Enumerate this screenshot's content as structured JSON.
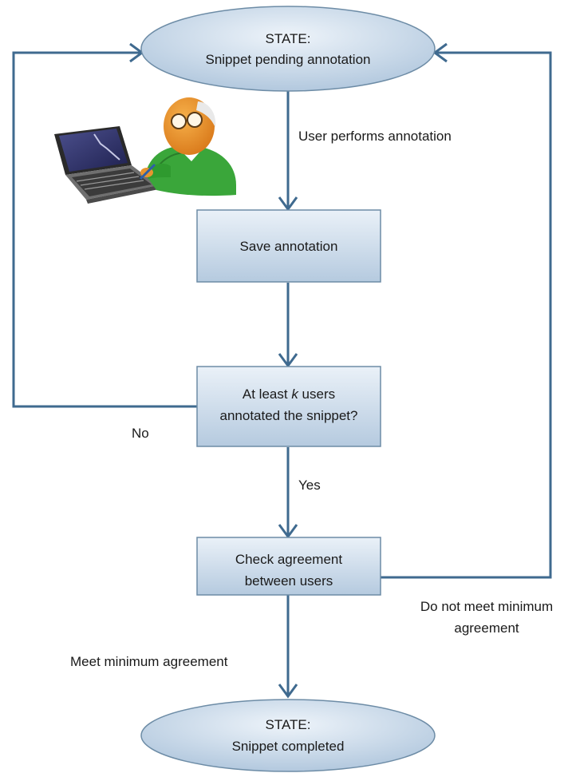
{
  "nodes": {
    "start_state": {
      "line1": "STATE:",
      "line2": "Snippet pending annotation"
    },
    "save_annotation": {
      "line1": "Save annotation"
    },
    "check_k_users": {
      "line1_pre": "At least ",
      "line1_var": "k",
      "line1_post": " users",
      "line2": "annotated the snippet?"
    },
    "check_agreement": {
      "line1": "Check agreement",
      "line2": "between users"
    },
    "end_state": {
      "line1": "STATE:",
      "line2": "Snippet completed"
    }
  },
  "edges": {
    "user_performs": "User performs annotation",
    "no": "No",
    "yes": "Yes",
    "not_meet_line1": "Do not meet minimum",
    "not_meet_line2": "agreement",
    "meet": "Meet minimum agreement"
  },
  "illustration": "user-at-laptop",
  "colors": {
    "box_fill_top": "#e6eef6",
    "box_fill_bottom": "#b9cde0",
    "edge": "#3f6a8f"
  }
}
